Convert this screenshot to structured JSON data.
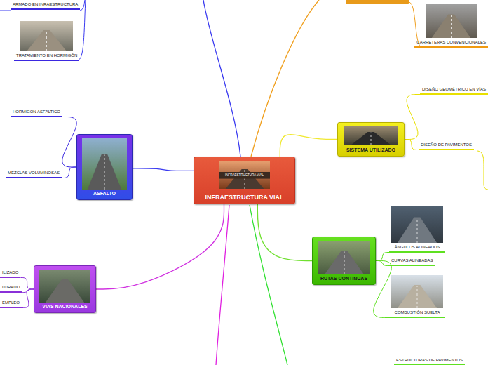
{
  "diagram": {
    "nodes": [
      {
        "text": [
          "INFRAESTRUCTURA VIAL"
        ]
      },
      {
        "text": [
          "ASFALTO"
        ]
      },
      {
        "text": [
          "SISTEMA UTILIZADO"
        ]
      },
      {
        "text": [
          "RUTAS CONTINUAS"
        ]
      },
      {
        "text": [
          "VIAS NACIONALES"
        ]
      },
      {
        "text": [
          "ARMADO EN INRAESTRUCTURA"
        ]
      },
      {
        "text": [
          "TRATAMIENTO EN HORMIGÓN"
        ]
      },
      {
        "text": [
          "HORMIGÓN ASFÁLTICO"
        ]
      },
      {
        "text": [
          "MEZCLAS VOLUMINOSAS"
        ]
      },
      {
        "text": [
          "CARRETERAS CONVENCIONALES"
        ]
      },
      {
        "text": [
          "DISEÑO GEOMÉTRICO EN VÍAS"
        ]
      },
      {
        "text": [
          "DISEÑO DE PAVIMENTOS"
        ]
      },
      {
        "text": [
          "ÁNGULOS ALINEADOS"
        ]
      },
      {
        "text": [
          "CURVAS ALINEADAS"
        ]
      },
      {
        "text": [
          "COMBUSTIÓN SUELTA"
        ]
      },
      {
        "text": [
          "ILIZADO"
        ]
      },
      {
        "text": [
          "LORADO"
        ]
      },
      {
        "text": [
          "EMPLEO"
        ]
      },
      {
        "text": [
          "ESTRUCTURAS DE PAVIMENTOS"
        ]
      }
    ],
    "edges": [
      {
        "from": 0,
        "to": 1,
        "arrow": "none"
      },
      {
        "from": 0,
        "to": 2,
        "arrow": "none"
      },
      {
        "from": 0,
        "to": 3,
        "arrow": "none"
      },
      {
        "from": 0,
        "to": 4,
        "arrow": "none"
      },
      {
        "from": 1,
        "to": 7,
        "arrow": "none"
      },
      {
        "from": 1,
        "to": 8,
        "arrow": "none"
      },
      {
        "from": 2,
        "to": 10,
        "arrow": "none"
      },
      {
        "from": 2,
        "to": 11,
        "arrow": "none"
      },
      {
        "from": 3,
        "to": 12,
        "arrow": "none"
      },
      {
        "from": 3,
        "to": 13,
        "arrow": "none"
      },
      {
        "from": 3,
        "to": 14,
        "arrow": "none"
      },
      {
        "from": 4,
        "to": 15,
        "arrow": "none"
      },
      {
        "from": 4,
        "to": 16,
        "arrow": "none"
      },
      {
        "from": 4,
        "to": 17,
        "arrow": "none"
      }
    ],
    "labels": [
      "INFRAESTRUCTURA VIAL"
    ]
  }
}
